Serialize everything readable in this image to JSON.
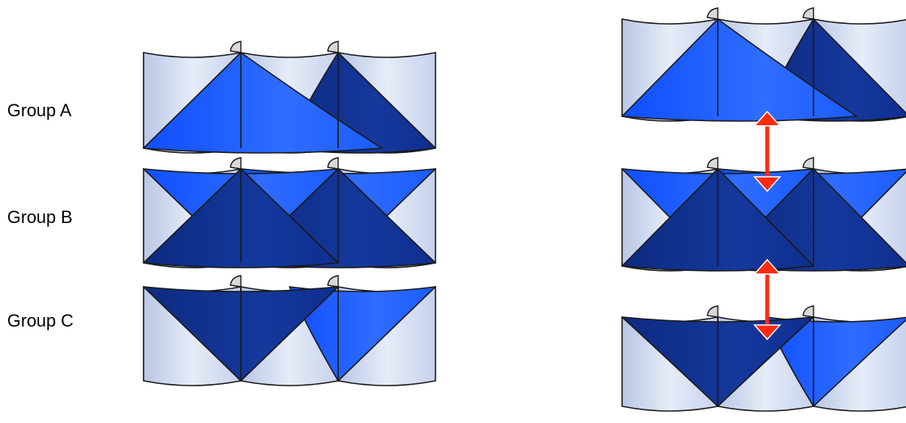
{
  "groups": [
    {
      "label": "Group A"
    },
    {
      "label": "Group B"
    },
    {
      "label": "Group C"
    }
  ],
  "colors": {
    "panel_light": "#ccd6ec",
    "mid_blue": "#1a5cff",
    "dark_blue": "#0f2f90",
    "arrow_red": "#ff2a10",
    "outline": "#1a1a1a",
    "flap": "#d9d9d9"
  },
  "arrows": [
    {
      "between": [
        "Group A",
        "Group B"
      ]
    },
    {
      "between": [
        "Group B",
        "Group C"
      ]
    }
  ]
}
